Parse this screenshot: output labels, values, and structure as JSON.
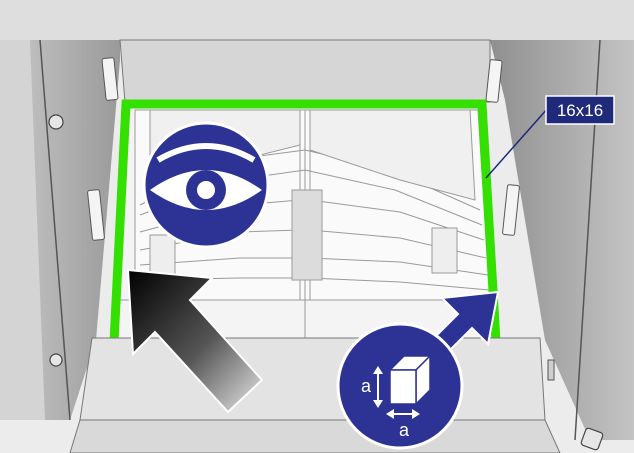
{
  "callout": {
    "label": "16x16"
  },
  "size_icon": {
    "height_label": "a",
    "width_label": "a"
  },
  "colors": {
    "frame_highlight": "#33e000",
    "badge_blue": "#2d3394",
    "cabinet_gray": "#bdbdbd",
    "panel_white": "#f2f2f2"
  },
  "icons": [
    "eye-icon",
    "insert-direction-arrow-icon",
    "cube-size-icon",
    "diagonal-arrow-icon"
  ]
}
